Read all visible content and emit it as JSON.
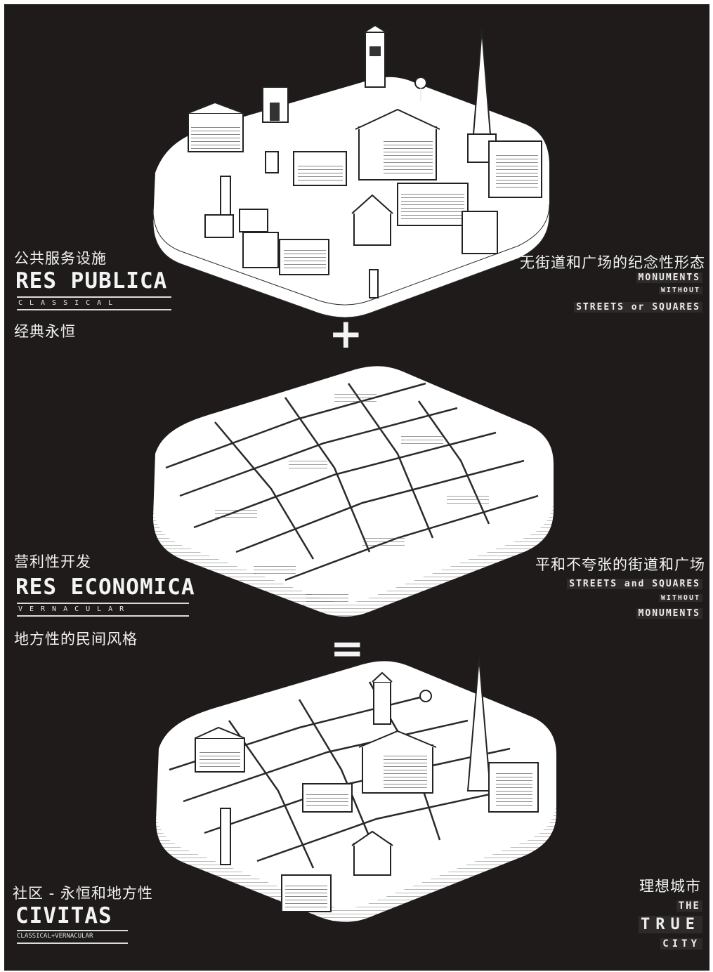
{
  "panels": {
    "publica": {
      "cn_title": "公共服务设施",
      "latin_title": "RES PUBLICA",
      "latin_sub": "CLASSICAL",
      "cn_sub": "经典永恒",
      "right_cn": "无街道和广场的纪念性形态",
      "right_latin_1": "MONUMENTS",
      "right_latin_2": "WITHOUT",
      "right_latin_3": "STREETS or SQUARES"
    },
    "economica": {
      "cn_title": "营利性开发",
      "latin_title": "RES ECONOMICA",
      "latin_sub": "VERNACULAR",
      "cn_sub": "地方性的民间风格",
      "right_cn": "平和不夸张的街道和广场",
      "right_latin_1": "STREETS and SQUARES",
      "right_latin_2": "WITHOUT",
      "right_latin_3": "MONUMENTS"
    },
    "civitas": {
      "cn_title": "社区 - 永恒和地方性",
      "latin_title": "CIVITAS",
      "latin_sub": "CLASSICAL+VERNACULAR",
      "right_cn": "理想城市",
      "right_latin_1": "THE",
      "right_latin_2": "TRUE",
      "right_latin_3": "CITY"
    }
  },
  "operators": {
    "plus": "+",
    "equals": "="
  },
  "colors": {
    "background": "#1f1b1b",
    "ink": "#ffffff",
    "shade": "#8a8a8a"
  }
}
